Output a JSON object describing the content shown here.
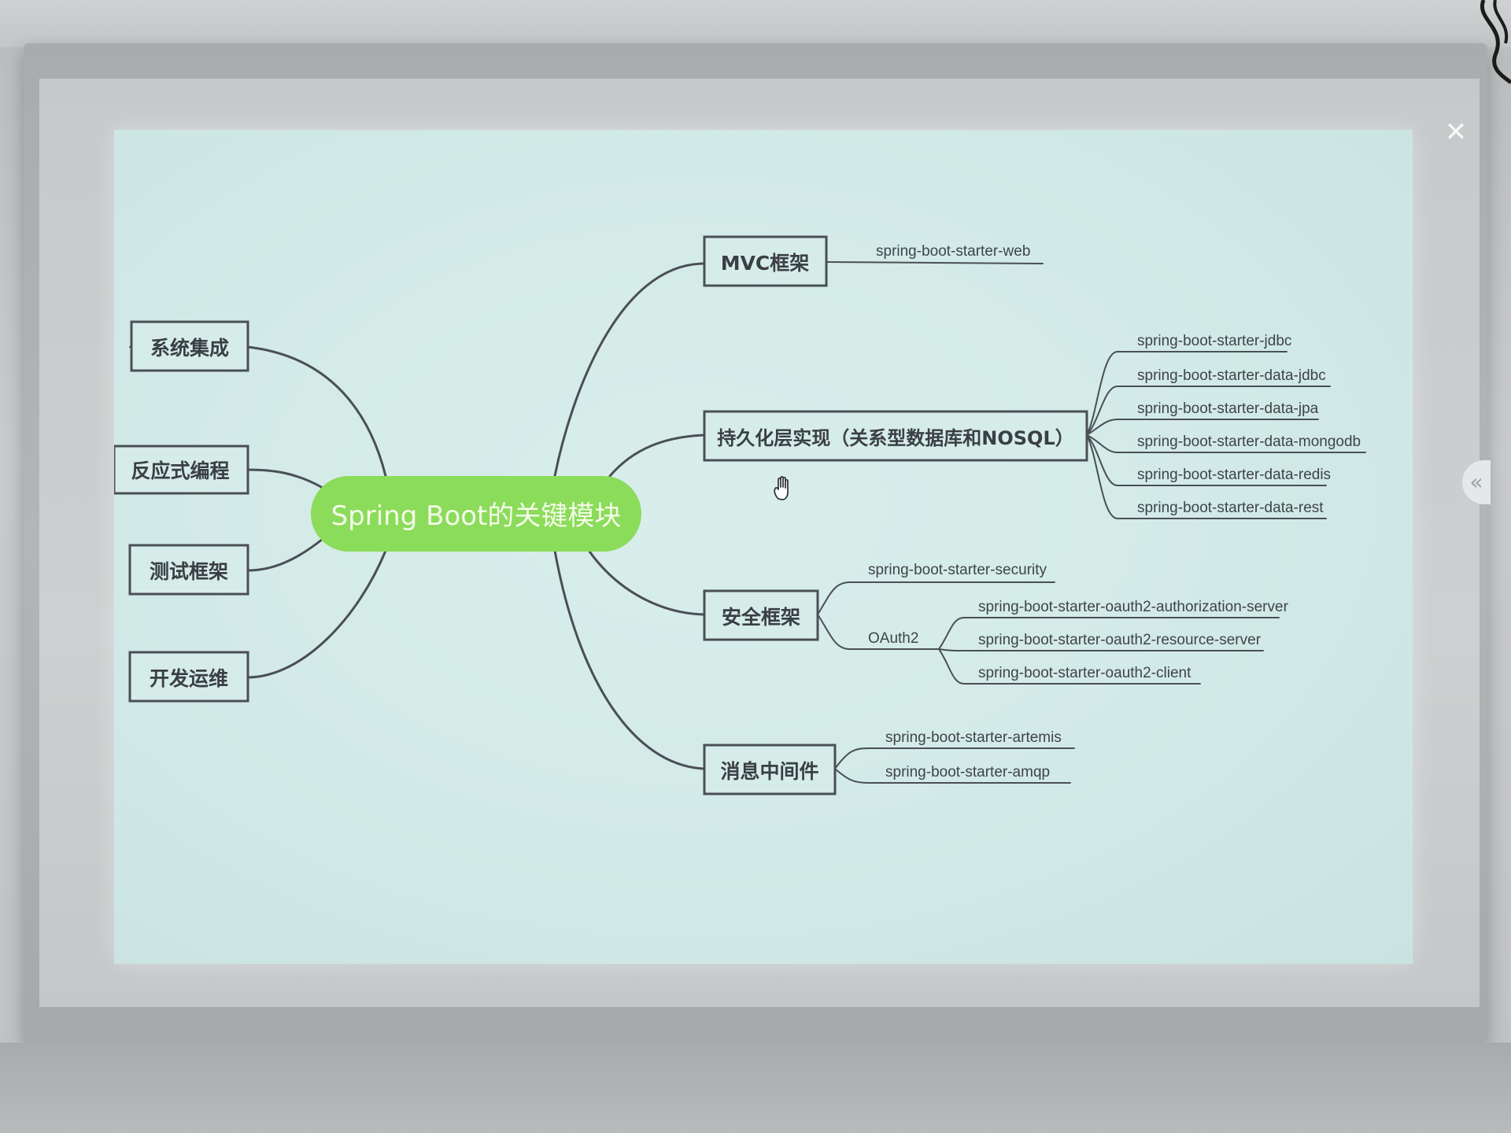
{
  "colors": {
    "slide_background": "#d2eae7",
    "center_node_fill": "#8bdc5a",
    "center_text": "#f4fbe9",
    "line": "#4a4f55",
    "node_text": "#3a3f44"
  },
  "icons": {
    "close": "close-icon",
    "collapse": "double-chevron-left-icon",
    "cursor": "hand-cursor-icon",
    "menu": "menu-icon"
  },
  "mindmap": {
    "center": "Spring Boot的关键模块",
    "left_branches": [
      {
        "label": "系统集成"
      },
      {
        "label": "反应式编程"
      },
      {
        "label": "测试框架"
      },
      {
        "label": "开发运维"
      }
    ],
    "right_branches": [
      {
        "label": "MVC框架",
        "leaves": [
          "spring-boot-starter-web"
        ]
      },
      {
        "label": "持久化层实现（关系型数据库和NOSQL）",
        "leaves": [
          "spring-boot-starter-jdbc",
          "spring-boot-starter-data-jdbc",
          "spring-boot-starter-data-jpa",
          "spring-boot-starter-data-mongodb",
          "spring-boot-starter-data-redis",
          "spring-boot-starter-data-rest"
        ]
      },
      {
        "label": "安全框架",
        "leaves": [
          "spring-boot-starter-security"
        ],
        "sub_group": {
          "label": "OAuth2",
          "leaves": [
            "spring-boot-starter-oauth2-authorization-server",
            "spring-boot-starter-oauth2-resource-server",
            "spring-boot-starter-oauth2-client"
          ]
        }
      },
      {
        "label": "消息中间件",
        "leaves": [
          "spring-boot-starter-artemis",
          "spring-boot-starter-amqp"
        ]
      }
    ]
  }
}
